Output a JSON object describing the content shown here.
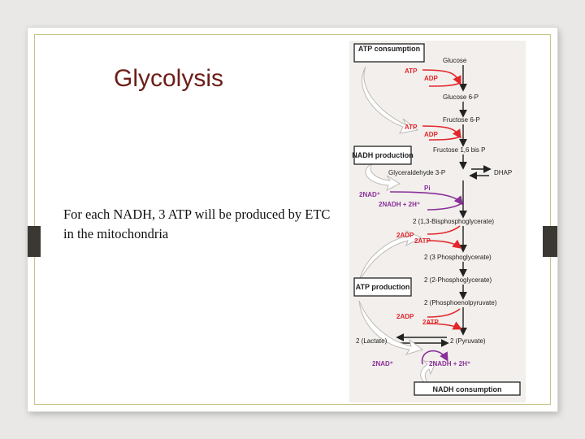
{
  "slide": {
    "title": "Glycolysis",
    "body": "For each NADH, 3 ATP will be produced by ETC in the mitochondria"
  },
  "figure": {
    "callouts": {
      "atp_consumption": "ATP consumption",
      "nadh_production": "NADH production",
      "atp_production": "ATP production",
      "nadh_consumption": "NADH consumption"
    },
    "metabolites": {
      "glucose": "Glucose",
      "glucose6p": "Glucose 6-P",
      "fructose6p": "Fructose 6-P",
      "fructose16bp": "Fructose 1,6 bis P",
      "g3p": "Glyceraldehyde 3-P",
      "dhap": "DHAP",
      "bpg": "2 (1,3-Bisphosphoglycerate)",
      "pg3": "2 (3 Phosphoglycerate)",
      "pg2": "2 (2-Phosphoglycerate)",
      "pep": "2 (Phosphoenolpyruvate)",
      "pyruvate": "2 (Pyruvate)",
      "lactate": "2 (Lactate)"
    },
    "cofactors": {
      "atp1": "ATP",
      "adp1": "ADP",
      "atp2": "ATP",
      "adp2": "ADP",
      "pi": "Pi",
      "nad_in": "2NAD⁺",
      "nadh_out": "2NADH + 2H⁺",
      "adp3": "2ADP",
      "atp3": "2ATP",
      "adp4": "2ADP",
      "atp4": "2ATP",
      "nad_bottom": "2NAD⁺",
      "nadh_bottom": "2NADH + 2H⁺"
    },
    "colors": {
      "red": "#e3262b",
      "purple": "#8a2f9a",
      "black": "#222222",
      "title": "#6b1e17"
    }
  }
}
